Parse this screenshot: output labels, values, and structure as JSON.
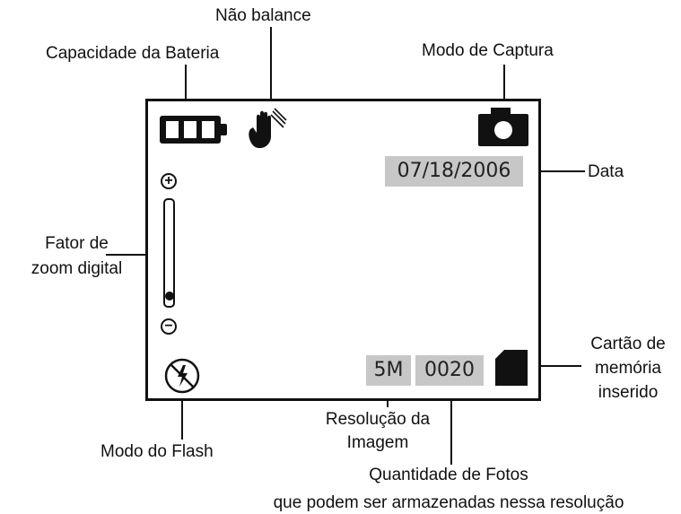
{
  "labels": {
    "anti_shake": "Não balance",
    "battery": "Capacidade da Bateria",
    "capture_mode": "Modo de Captura",
    "date": "Data",
    "zoom_line1": "Fator de",
    "zoom_line2": "zoom digital",
    "card_line1": "Cartão de",
    "card_line2": "memória",
    "card_line3": "inserido",
    "resolution_line1": "Resolução da",
    "resolution_line2": "Imagem",
    "flash": "Modo do Flash",
    "photos_line1": "Quantidade de Fotos",
    "photos_line2": "que podem ser armazenadas nessa resolução"
  },
  "screen": {
    "date_value": "07/18/2006",
    "resolution_value": "5M",
    "photo_count_value": "0020",
    "zoom_plus": "+",
    "zoom_minus": "−"
  },
  "icons": {
    "battery": "battery-full-icon",
    "shake": "hand-shake-icon",
    "camera": "camera-icon",
    "flash": "flash-off-icon",
    "memory_card": "memory-card-icon"
  },
  "colors": {
    "ink": "#111111",
    "chip_background": "#c7c7c7"
  }
}
